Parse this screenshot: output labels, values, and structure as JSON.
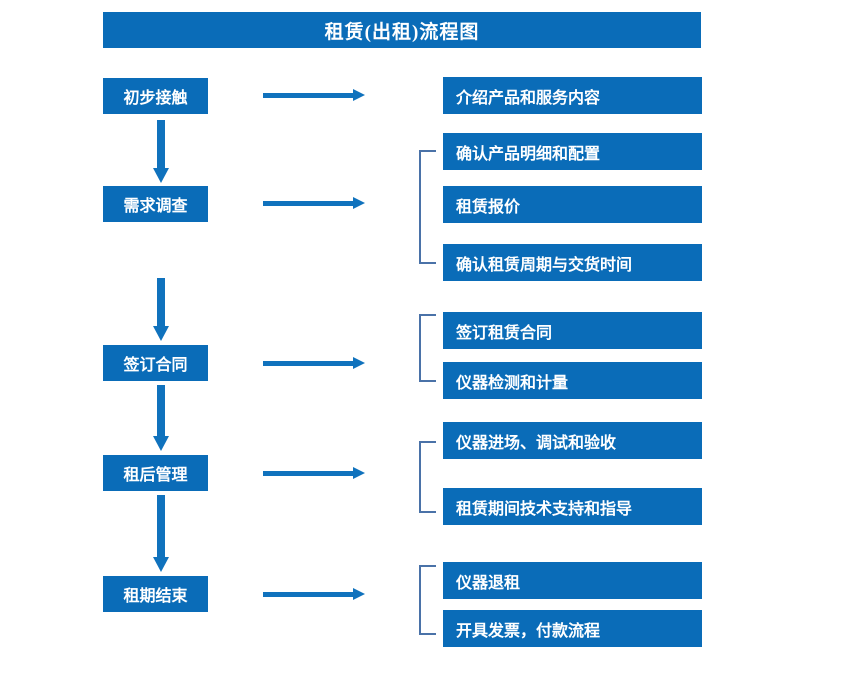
{
  "title": "租赁(出租)流程图",
  "colors": {
    "box_fill": "#0a6cb8",
    "box_text": "#ffffff",
    "arrow": "#1072bd",
    "bracket": "#4a72a8",
    "background": "#ffffff"
  },
  "flow": {
    "stages": [
      {
        "id": "stage-1",
        "label": "初步接触"
      },
      {
        "id": "stage-2",
        "label": "需求调查"
      },
      {
        "id": "stage-3",
        "label": "签订合同"
      },
      {
        "id": "stage-4",
        "label": "租后管理"
      },
      {
        "id": "stage-5",
        "label": "租期结束"
      }
    ],
    "connectors": {
      "horizontal_count": 5,
      "vertical_count": 4,
      "direction": "down-and-right"
    },
    "details": [
      {
        "id": "detail-1-1",
        "stage": "初步接触",
        "label": "介绍产品和服务内容"
      },
      {
        "id": "detail-2-1",
        "stage": "需求调查",
        "label": "确认产品明细和配置"
      },
      {
        "id": "detail-2-2",
        "stage": "需求调查",
        "label": "租赁报价"
      },
      {
        "id": "detail-2-3",
        "stage": "需求调查",
        "label": "确认租赁周期与交货时间"
      },
      {
        "id": "detail-3-1",
        "stage": "签订合同",
        "label": "签订租赁合同"
      },
      {
        "id": "detail-3-2",
        "stage": "签订合同",
        "label": "仪器检测和计量"
      },
      {
        "id": "detail-4-1",
        "stage": "租后管理",
        "label": "仪器进场、调试和验收"
      },
      {
        "id": "detail-4-2",
        "stage": "租后管理",
        "label": "租赁期间技术支持和指导"
      },
      {
        "id": "detail-5-1",
        "stage": "租期结束",
        "label": "仪器退租"
      },
      {
        "id": "detail-5-2",
        "stage": "租期结束",
        "label": "开具发票，付款流程"
      }
    ],
    "brackets": [
      {
        "id": "bracket-2",
        "stage": "需求调查",
        "groups": [
          "确认产品明细和配置",
          "租赁报价",
          "确认租赁周期与交货时间"
        ]
      },
      {
        "id": "bracket-3",
        "stage": "签订合同",
        "groups": [
          "签订租赁合同",
          "仪器检测和计量"
        ]
      },
      {
        "id": "bracket-4",
        "stage": "租后管理",
        "groups": [
          "仪器进场、调试和验收",
          "租赁期间技术支持和指导"
        ]
      },
      {
        "id": "bracket-5",
        "stage": "租期结束",
        "groups": [
          "仪器退租",
          "开具发票，付款流程"
        ]
      }
    ]
  }
}
